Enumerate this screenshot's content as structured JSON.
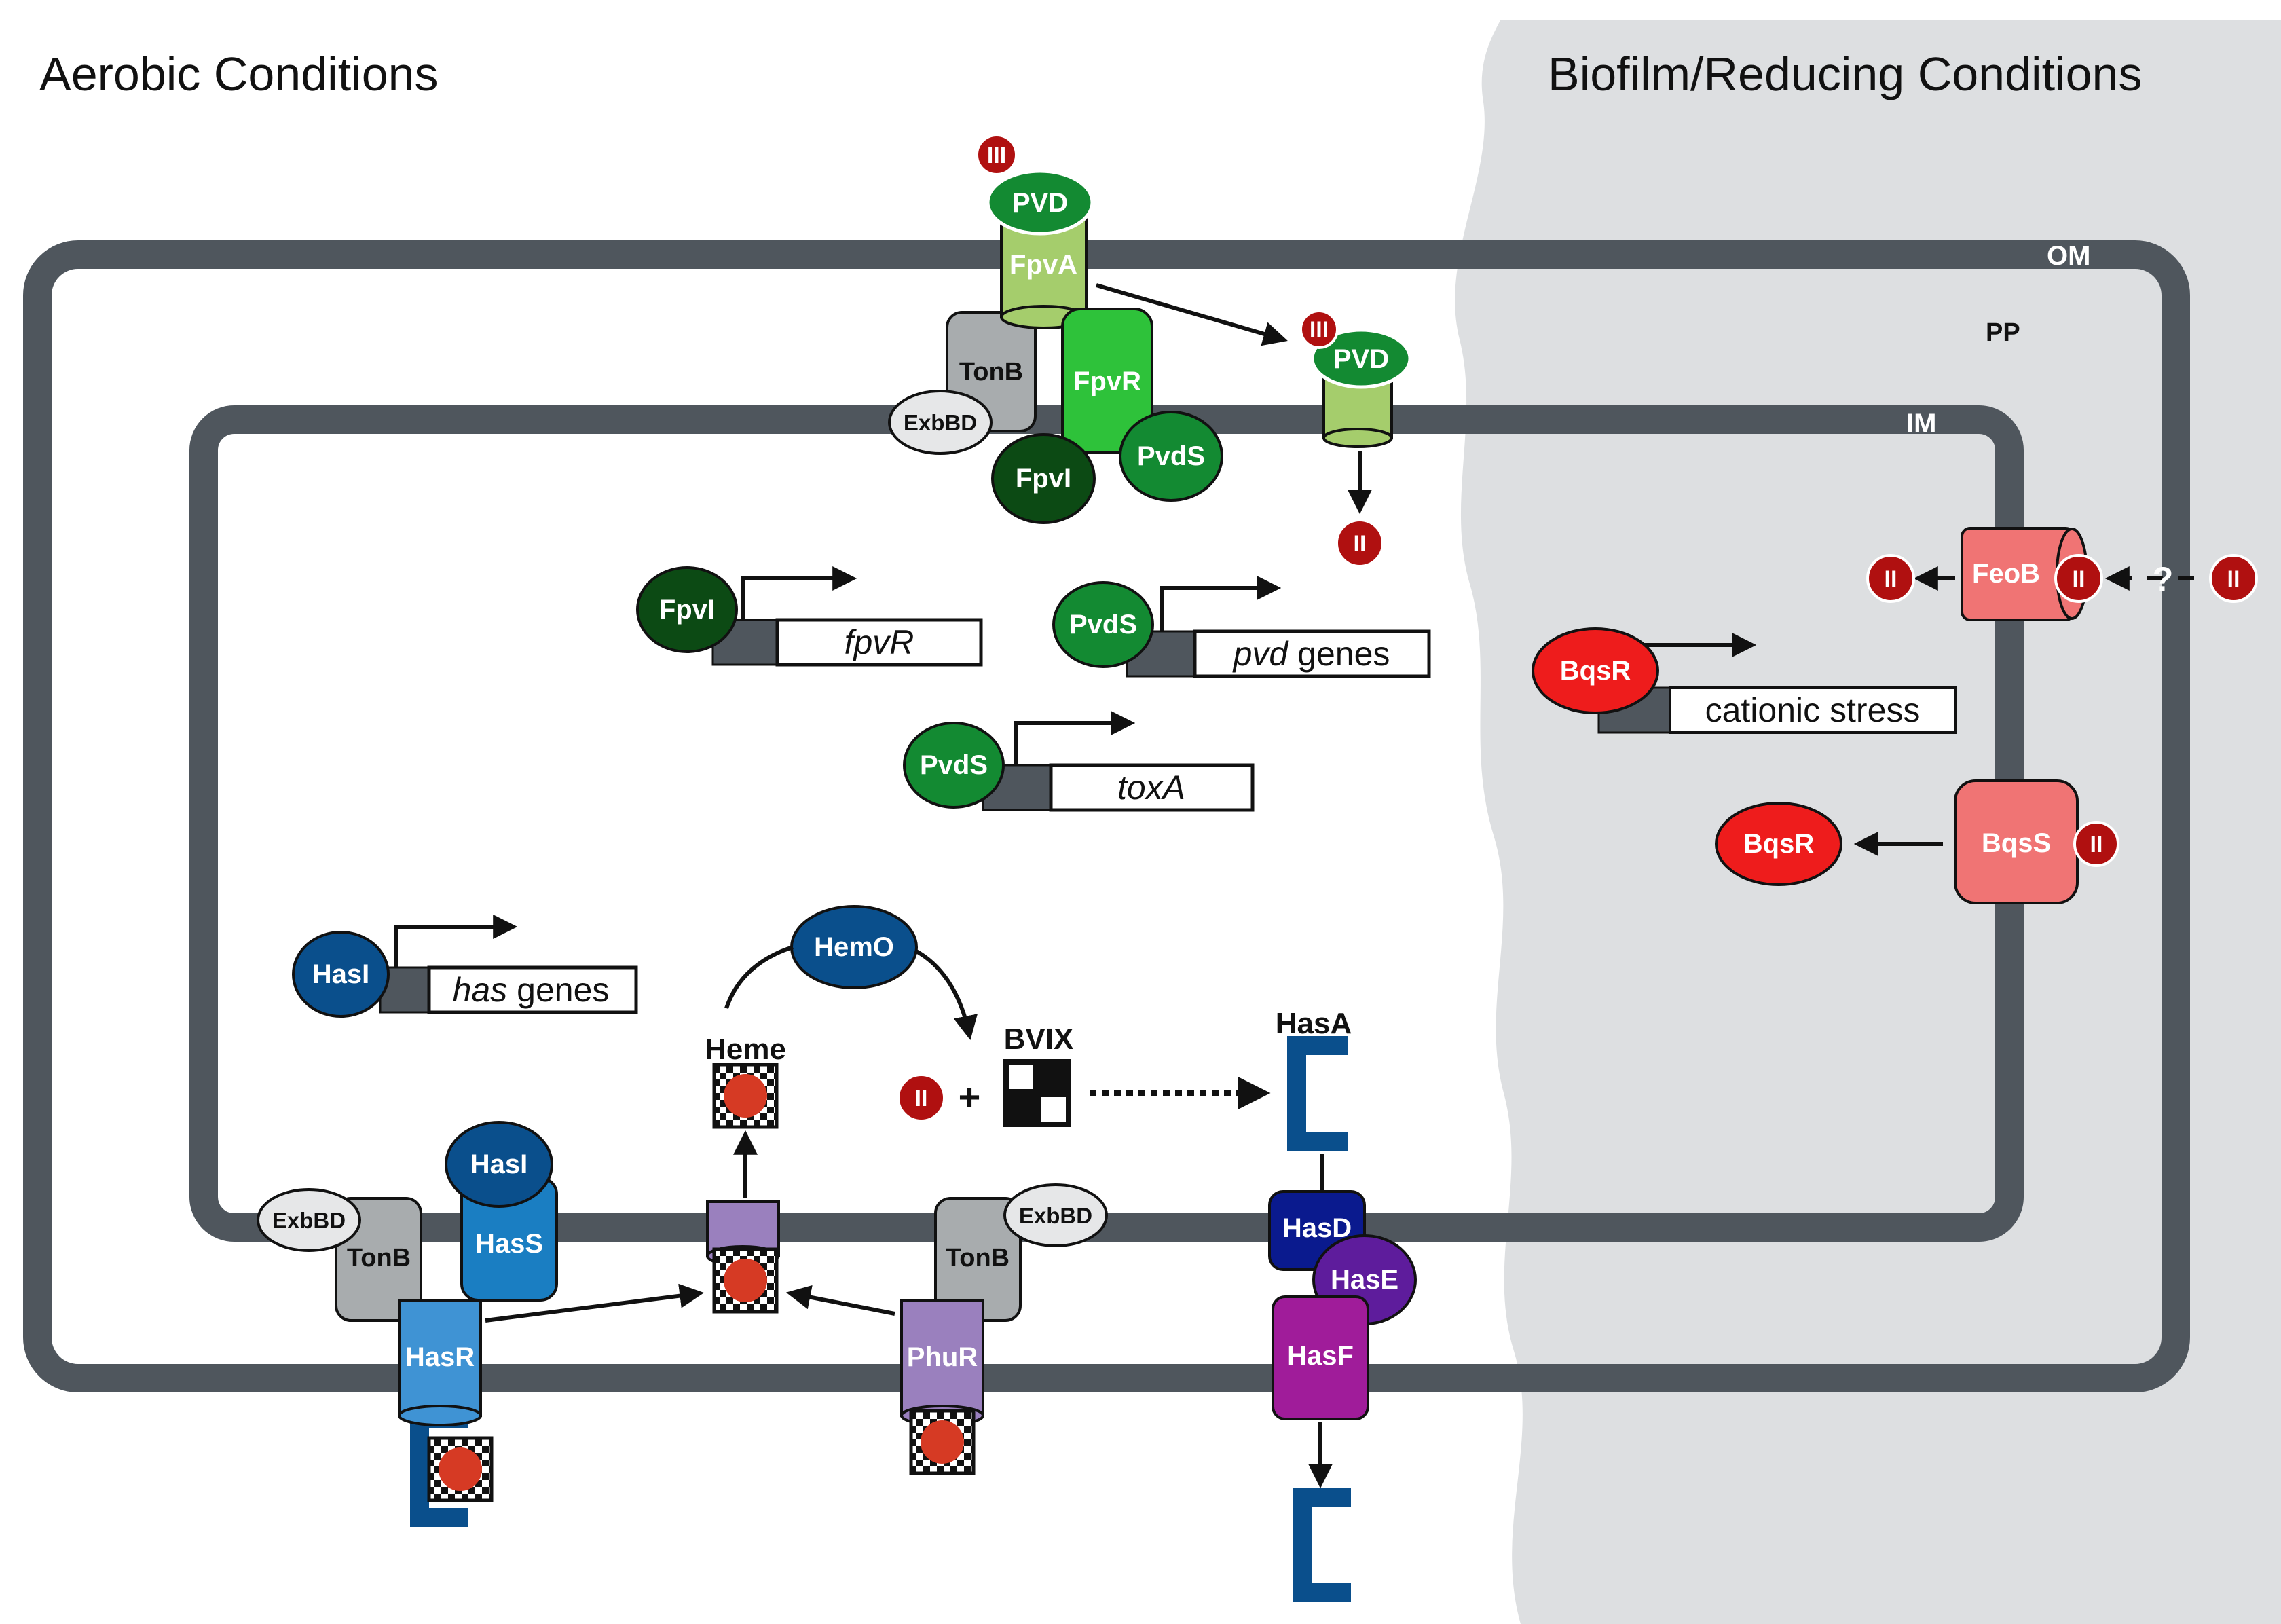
{
  "headers": {
    "aerobic": "Aerobic Conditions",
    "biofilm": "Biofilm/Reducing Conditions"
  },
  "membranes": {
    "om": "OM",
    "pp": "PP",
    "im": "IM"
  },
  "ions": {
    "fe3": "III",
    "fe2": "II",
    "unknown": "?"
  },
  "proteins": {
    "pvd_outer": "PVD",
    "fpva": "FpvA",
    "tonb_top": "TonB",
    "exbbd_top": "ExbBD",
    "fpvr": "FpvR",
    "fpvi_mem": "FpvI",
    "pvds_mem": "PvdS",
    "pvd_inner": "PVD",
    "feob": "FeoB",
    "bqss": "BqsS",
    "bqsr_mem": "BqsR",
    "bqsr_gene": "BqsR",
    "fpvi_gene": "FpvI",
    "pvds_gene1": "PvdS",
    "pvds_gene2": "PvdS",
    "hasi_gene": "HasI",
    "hemo": "HemO",
    "heme": "Heme",
    "bvix": "BVIX",
    "plus": "+",
    "hasa_top": "HasA",
    "hasd": "HasD",
    "hase": "HasE",
    "hasf": "HasF",
    "hasi_mem": "HasI",
    "hass": "HasS",
    "exbbd_left": "ExbBD",
    "tonb_left": "TonB",
    "hasr": "HasR",
    "tonb_right": "TonB",
    "exbbd_right": "ExbBD",
    "phur": "PhuR"
  },
  "genes": {
    "fpvr": {
      "name": "fpvR",
      "suffix": ""
    },
    "pvd": {
      "name": "pvd",
      "suffix": " genes"
    },
    "toxa": {
      "name": "toxA",
      "suffix": ""
    },
    "has": {
      "name": "has",
      "suffix": " genes"
    },
    "cationic": {
      "name": "",
      "suffix": "cationic stress"
    }
  },
  "colors": {
    "membrane": "#4f565d",
    "biofilm_bg": "#dddfe1",
    "dark_green": "#0c4a14",
    "medium_green": "#138a32",
    "bright_green": "#2ec23a",
    "light_green": "#a5cd6c",
    "fe_red": "#b01010",
    "bqs_red": "#ee1c1c",
    "salmon": "#f07474",
    "has_blue": "#0a4f8c",
    "hass_blue": "#1a7ec2",
    "hasr_blue": "#3f93d4",
    "purple": "#9a80be",
    "navy": "#0a1a8e",
    "violet": "#5e1c9c",
    "magenta": "#a01c9a",
    "gray": "#a8acae",
    "light_gray": "#e6e7e8"
  }
}
